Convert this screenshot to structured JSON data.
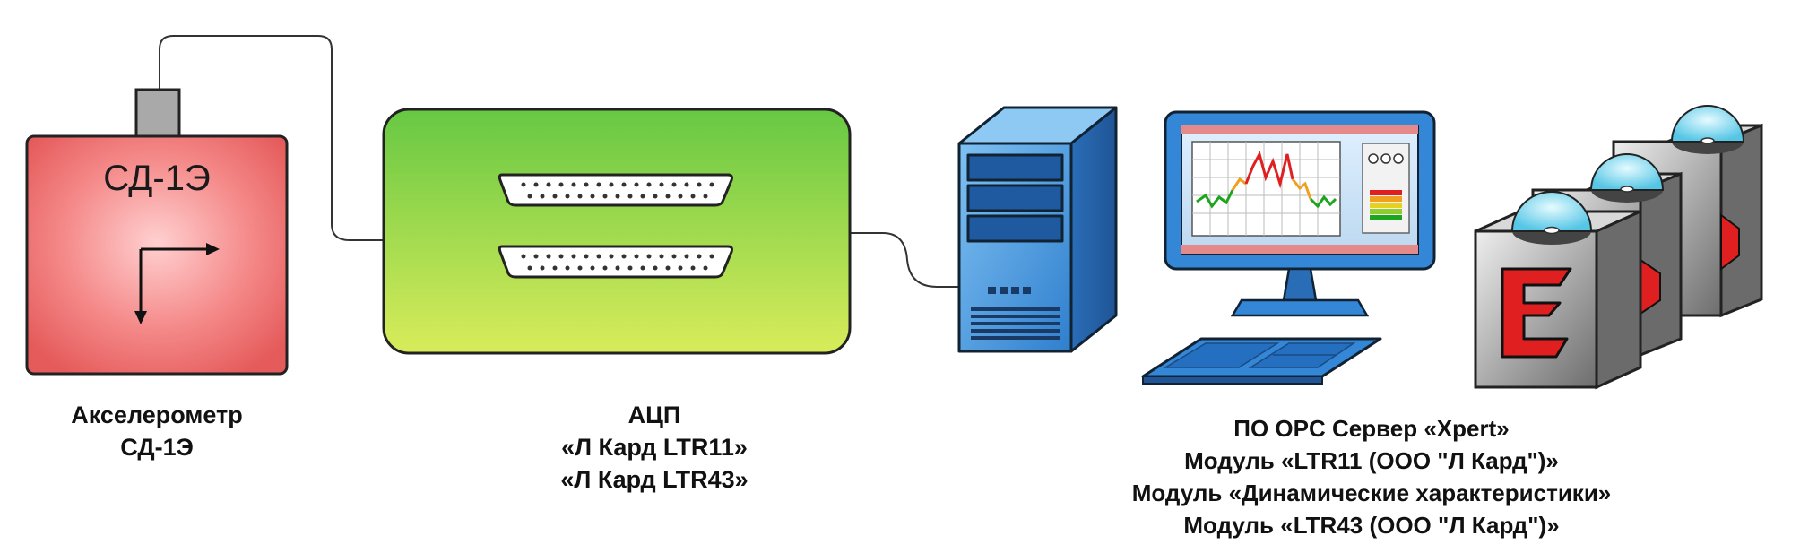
{
  "sensor": {
    "label": "СД-1Э",
    "caption": [
      "Акселерометр",
      "СД-1Э"
    ]
  },
  "adc": {
    "caption": [
      "АЦП",
      "«Л Кард LTR11»",
      "«Л Кард LTR43»"
    ]
  },
  "software": {
    "caption": [
      "ПО OPC Сервер «Xpert»",
      "Модуль «LTR11 (ООО \"Л Кард\")»",
      "Модуль «Динамические характеристики»",
      "Модуль «LTR43 (ООО \"Л Кард\")»"
    ]
  },
  "colors": {
    "sensor_fill": "#f07070",
    "adc_fill": "#a8d84a",
    "pc_blue": "#3f8fd8",
    "product_red": "#e02020"
  }
}
